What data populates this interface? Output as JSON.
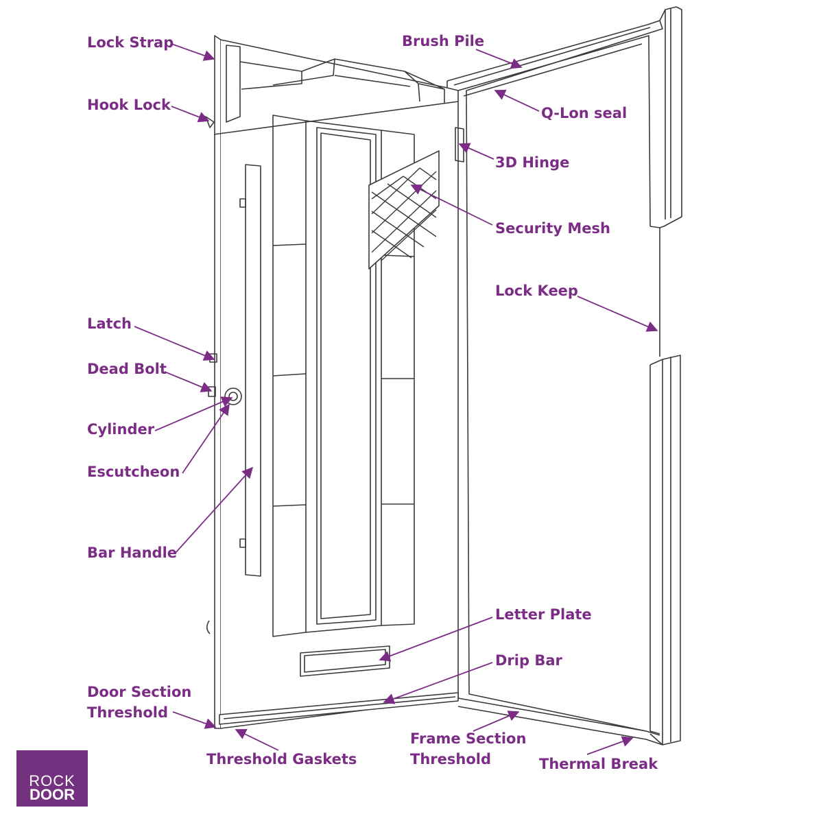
{
  "colors": {
    "label": "#7b2d86",
    "line": "#3a3a3a",
    "logo_bg": "#74317f"
  },
  "labels": {
    "lock_strap": "Lock Strap",
    "hook_lock": "Hook Lock",
    "brush_pile": "Brush Pile",
    "q_lon_seal": "Q-Lon seal",
    "hinge_3d": "3D Hinge",
    "security_mesh": "Security Mesh",
    "lock_keep": "Lock Keep",
    "latch": "Latch",
    "dead_bolt": "Dead Bolt",
    "cylinder": "Cylinder",
    "escutcheon": "Escutcheon",
    "bar_handle": "Bar Handle",
    "letter_plate": "Letter Plate",
    "drip_bar": "Drip Bar",
    "door_section_threshold": "Door Section\nThreshold",
    "threshold_gaskets": "Threshold Gaskets",
    "frame_section_threshold": "Frame Section\nThreshold",
    "thermal_break": "Thermal Break"
  },
  "logo": {
    "line1": "ROCK",
    "line2": "DOOR",
    "mark": "®"
  }
}
